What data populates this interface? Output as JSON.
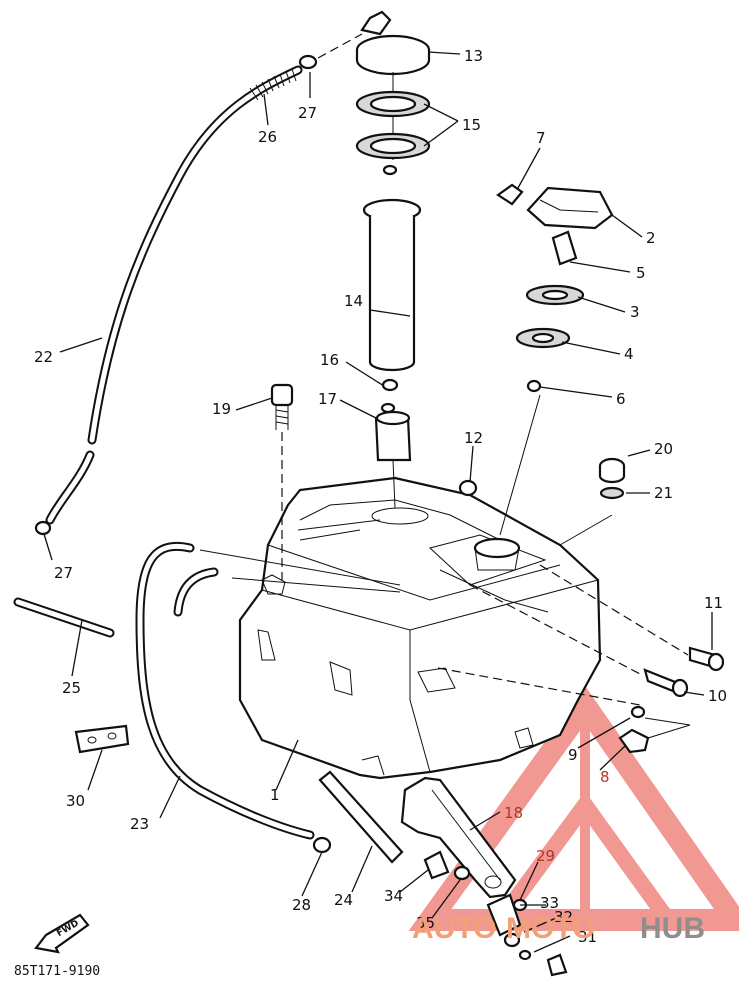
{
  "diagram": {
    "part_labels": [
      "1",
      "2",
      "3",
      "4",
      "5",
      "6",
      "7",
      "8",
      "9",
      "10",
      "11",
      "12",
      "13",
      "14",
      "15",
      "16",
      "17",
      "18",
      "19",
      "20",
      "21",
      "22",
      "23",
      "24",
      "25",
      "26",
      "27",
      "27",
      "28",
      "29",
      "30",
      "31",
      "32",
      "33",
      "34",
      "35"
    ],
    "drawing_code": "85T171-9190",
    "fwd_label": "FWD",
    "watermark": {
      "part1": "AUTO",
      "part2": "MOTO",
      "part3": "HUB"
    },
    "colors": {
      "line": "#111111",
      "accent_labels": "#b2352a",
      "watermark_red": "#e8443a",
      "watermark_orange": "#f2a07a",
      "watermark_gray": "#8e8e8e"
    }
  }
}
